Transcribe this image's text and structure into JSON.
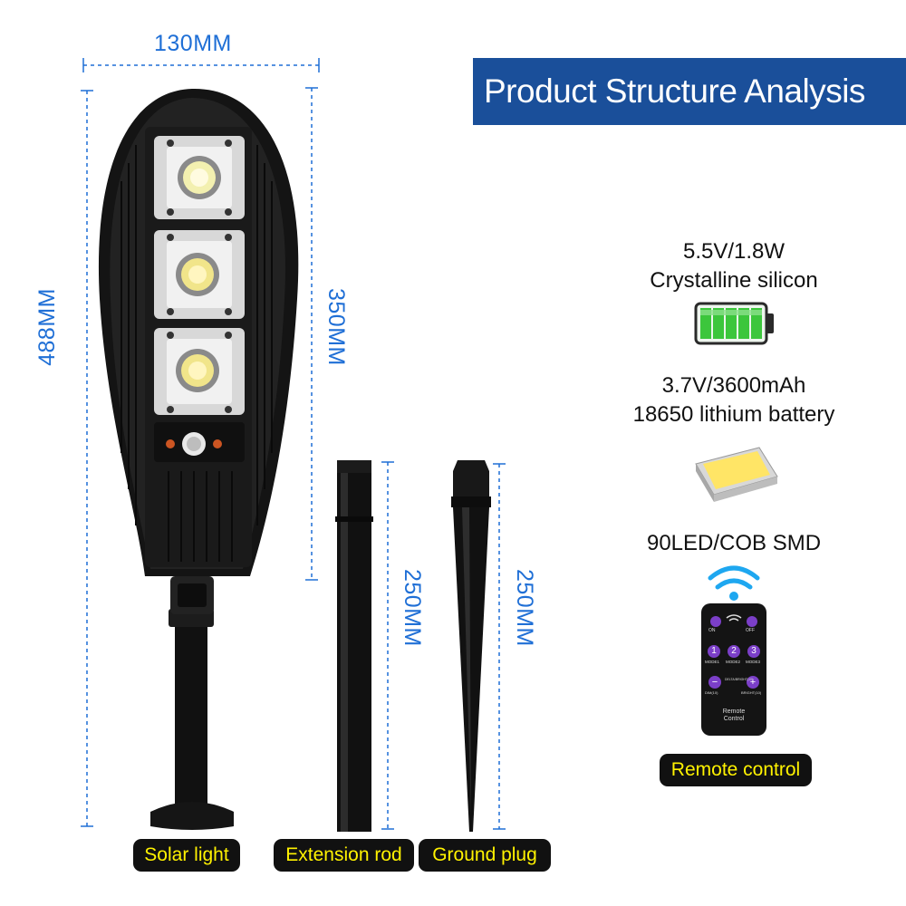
{
  "title": "Product Structure Analysis",
  "dimensions": {
    "width": "130MM",
    "height_total": "488MM",
    "height_head": "350MM",
    "rod_length": "250MM",
    "plug_length": "250MM"
  },
  "specs": {
    "panel_line1": "5.5V/1.8W",
    "panel_line2": "Crystalline silicon",
    "battery_line1": "3.7V/3600mAh",
    "battery_line2": "18650 lithium battery",
    "led": "90LED/COB SMD"
  },
  "remote": {
    "btn_on": "ON",
    "btn_off": "OFF",
    "btn_1": "1",
    "btn_2": "2",
    "btn_3": "3",
    "mode1": "MODE1",
    "mode2": "MODE2",
    "mode3": "MODE3",
    "minus": "−",
    "plus": "+",
    "label_dim": "DIM(10)",
    "label_bright": "BRIGHT(10)",
    "label_center": "DELTA/BRIGHT(10)",
    "label_bottom_1": "Remote",
    "label_bottom_2": "Control"
  },
  "labels": {
    "solar_light": "Solar light",
    "extension_rod": "Extension rod",
    "ground_plug": "Ground plug",
    "remote_control": "Remote control"
  },
  "colors": {
    "dimension_blue": "#1f6fd6",
    "banner_blue": "#1a4f9a",
    "tag_yellow": "#fff200",
    "battery_green": "#3cc63c",
    "remote_purple": "#7b3fc8"
  }
}
